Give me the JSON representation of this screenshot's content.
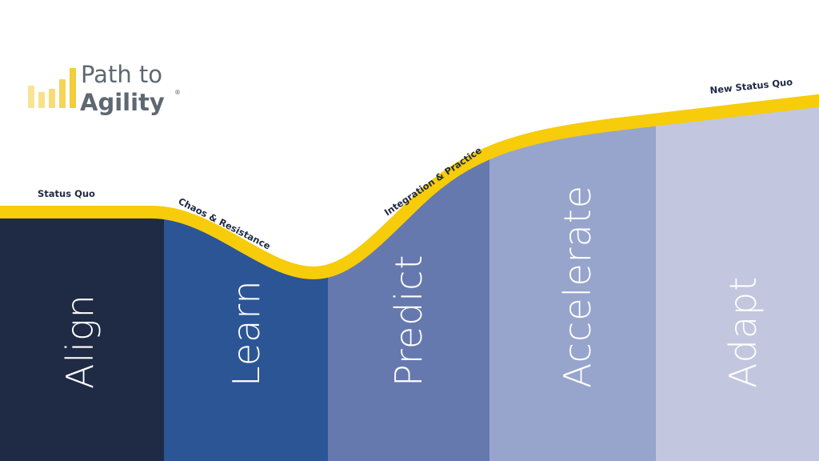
{
  "logo": {
    "line1": "Path to",
    "line2": "Agility",
    "mark": "®",
    "bar_color": "#f3cd3a"
  },
  "curve_labels": [
    "Status Quo",
    "Chaos & Resistance",
    "Integration & Practice",
    "New Status Quo"
  ],
  "curve_color": "#f7cc0a",
  "columns": [
    {
      "label": "Align",
      "color": "#1f2a44"
    },
    {
      "label": "Learn",
      "color": "#2c5595"
    },
    {
      "label": "Predict",
      "color": "#6679ae"
    },
    {
      "label": "Accelerate",
      "color": "#97a5cc"
    },
    {
      "label": "Adapt",
      "color": "#c2c7df"
    }
  ]
}
